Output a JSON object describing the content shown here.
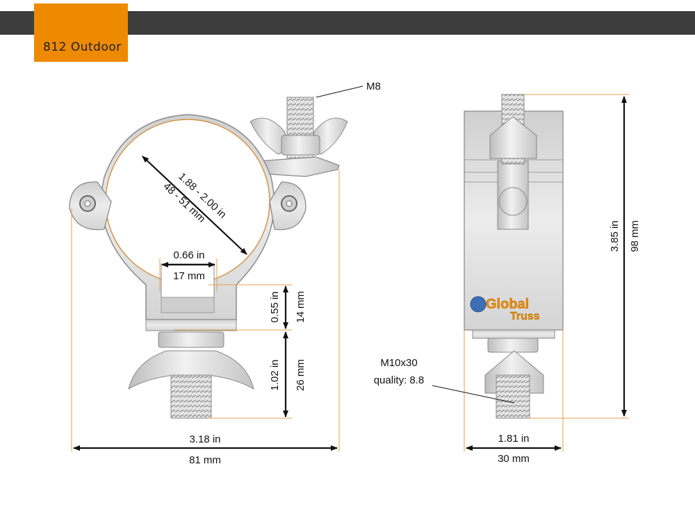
{
  "header": {
    "title": "812 Outdoor"
  },
  "labels": {
    "bolt_top": "M8",
    "tube_in": "1.88 - 2.00 in",
    "tube_mm": "48 - 51 mm",
    "gap_in": "0.66 in",
    "gap_mm": "17 mm",
    "throat_in": "0.55 in",
    "throat_mm": "14 mm",
    "bolt_in": "1.02 in",
    "bolt_mm": "26 mm",
    "width_in": "3.18 in",
    "width_mm": "81 mm",
    "height_in": "3.85 in",
    "height_mm": "98 mm",
    "depth_in": "1.81 in",
    "depth_mm": "30 mm",
    "bolt_bottom_1": "M10x30",
    "bolt_bottom_2": "quality: 8.8",
    "logo_1": "Global",
    "logo_2": "Truss"
  },
  "colors": {
    "bar": "#3d3d3d",
    "accent": "#ee8a00",
    "guide": "#e0a24a",
    "metal": "#d6d6d6"
  }
}
